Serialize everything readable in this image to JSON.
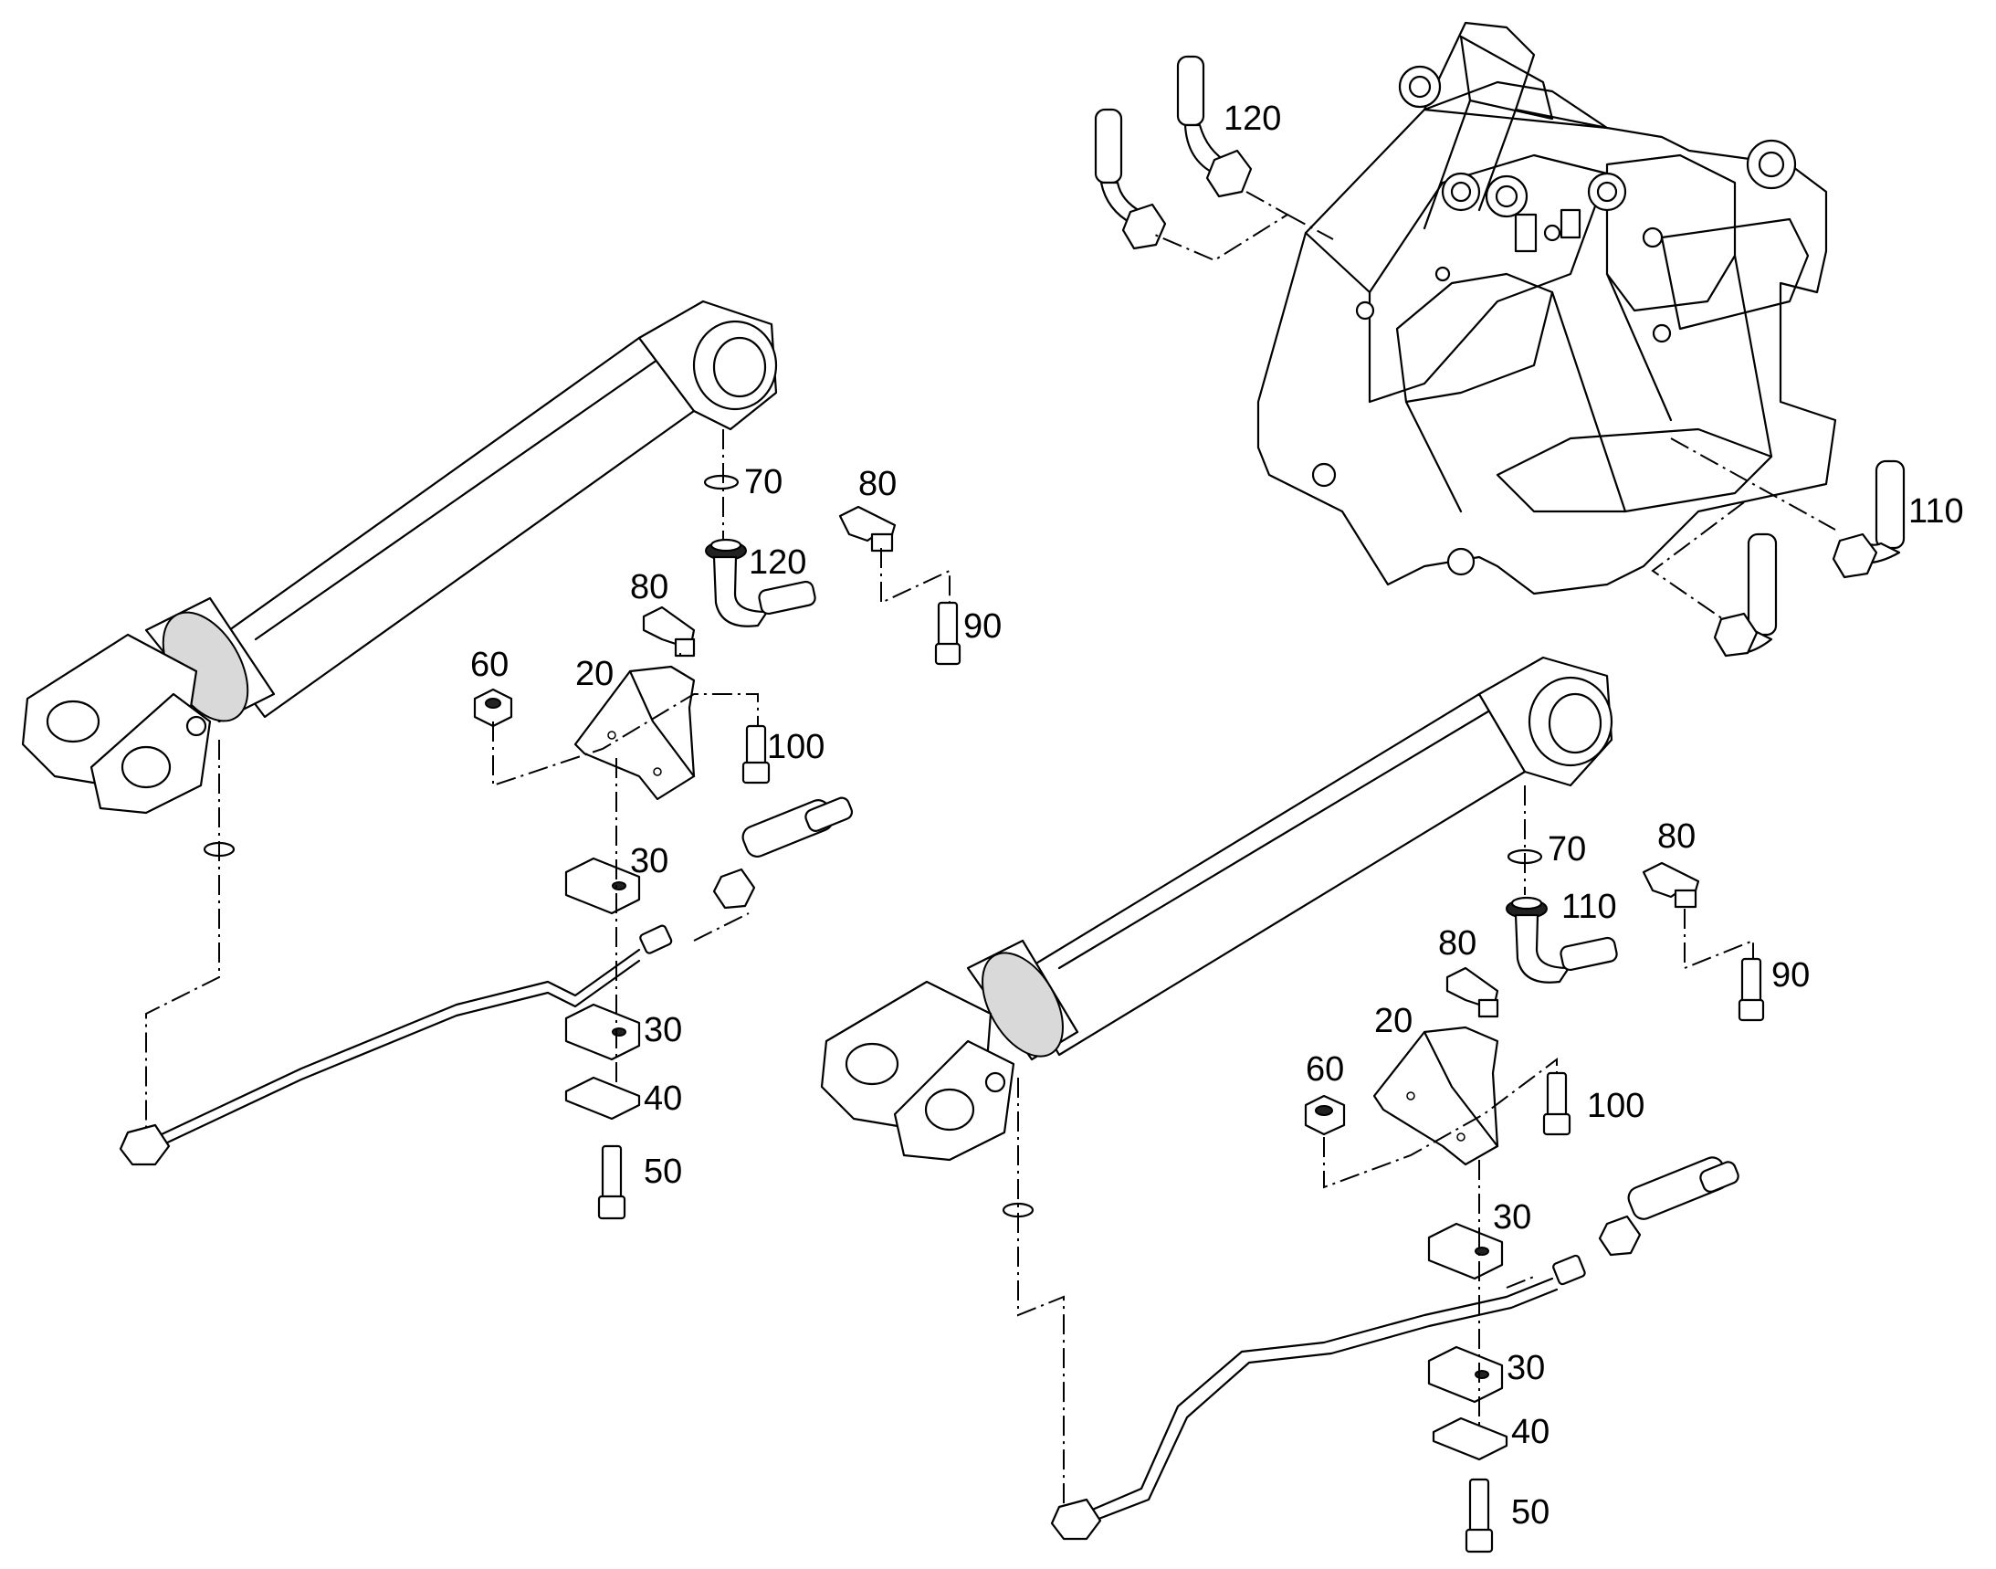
{
  "callouts": {
    "left": {
      "c70": "70",
      "c80a": "80",
      "c120": "120",
      "c80b": "80",
      "c90": "90",
      "c60": "60",
      "c20": "20",
      "c100": "100",
      "c30a": "30",
      "c30b": "30",
      "c40": "40",
      "c50": "50"
    },
    "right": {
      "c70": "70",
      "c80a": "80",
      "c110": "110",
      "c80b": "80",
      "c90": "90",
      "c20": "20",
      "c60": "60",
      "c100": "100",
      "c30a": "30",
      "c30b": "30",
      "c40": "40",
      "c50": "50"
    },
    "frame": {
      "c120": "120",
      "c110": "110"
    }
  }
}
